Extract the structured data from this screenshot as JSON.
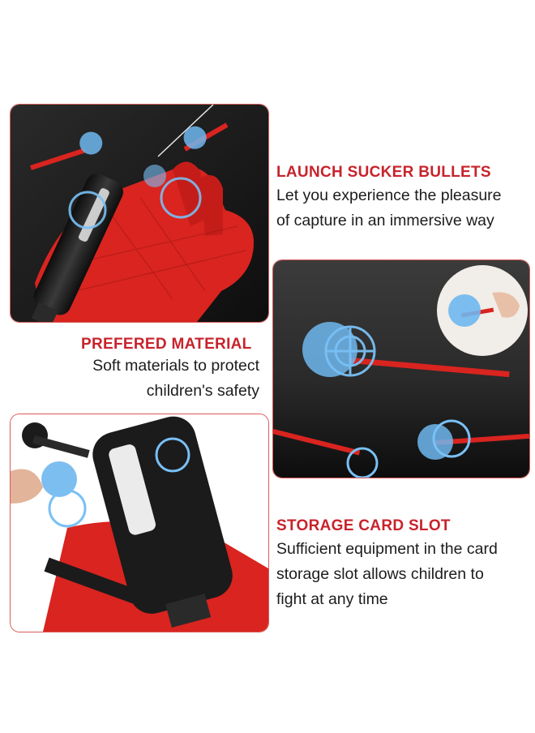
{
  "features": [
    {
      "heading": "LAUNCH SUCKER BULLETS",
      "line1": "Let you experience the pleasure",
      "line2": "of capture in an immersive way"
    },
    {
      "heading": "PREFERED MATERIAL",
      "line1": "Soft materials to protect",
      "line2": "children's safety"
    },
    {
      "heading": "STORAGE CARD SLOT",
      "line1": "Sufficient equipment in the card",
      "line2": "storage slot allows children to",
      "line3": "fight at any time"
    }
  ],
  "colors": {
    "heading": "#c8232c",
    "frame_border": "#d85a5a",
    "toy_red": "#d9241f",
    "toy_black": "#1b1b1b",
    "sucker_blue": "#5aa9e6"
  }
}
